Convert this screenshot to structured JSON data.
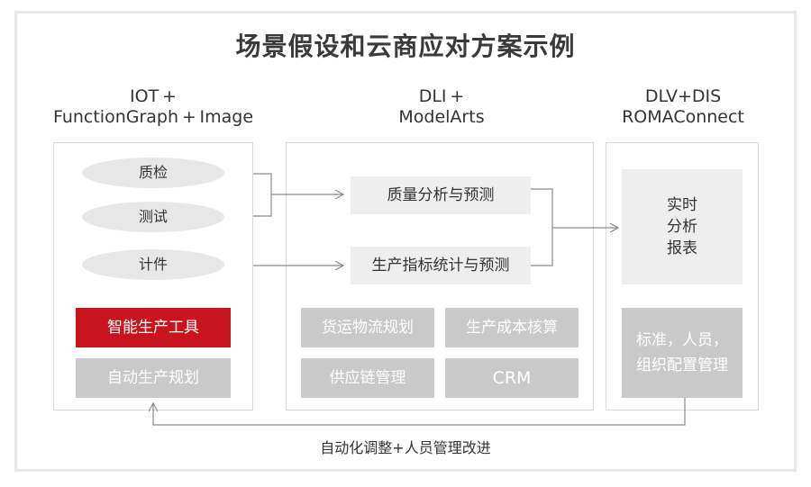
{
  "title": "场景假设和云商应对方案示例",
  "columns": [
    {
      "head_line1": "IOT +",
      "head_line2": "FunctionGraph + Image"
    },
    {
      "head_line1": "DLI +",
      "head_line2": "ModelArts"
    },
    {
      "head_line1": "DLV+DIS",
      "head_line2": "ROMAConnect"
    }
  ],
  "left_panel": {
    "pills": [
      "质检",
      "测试",
      "计件"
    ],
    "highlight_box": "智能生产工具",
    "gray_box": "自动生产规划"
  },
  "middle_panel": {
    "analysis_boxes": [
      "质量分析与预测",
      "生产指标统计与预测"
    ],
    "gray_boxes": [
      "货运物流规划",
      "生产成本核算",
      "供应链管理",
      "CRM"
    ]
  },
  "right_panel": {
    "report_box": [
      "实时",
      "分析",
      "报表"
    ],
    "gray_box": [
      "标准，人员，",
      "组织配置管理"
    ]
  },
  "feedback_caption": "自动化调整+人员管理改进",
  "colors": {
    "accent_red": "#c8141e",
    "gray_box": "#c9c9c9",
    "light_box": "#eeeeee",
    "pill": "#e7e7e7"
  }
}
